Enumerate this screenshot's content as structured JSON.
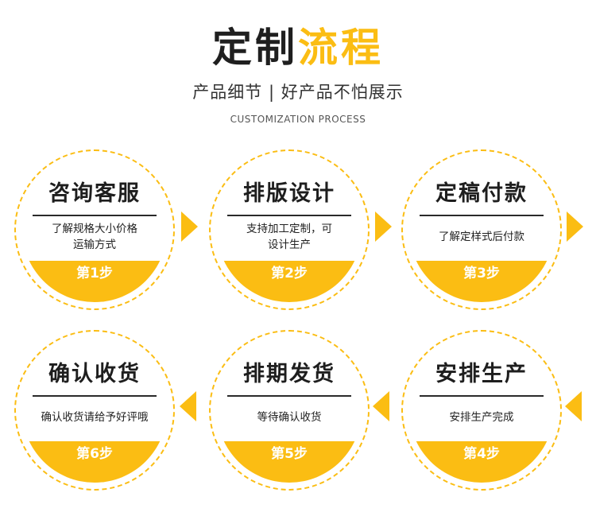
{
  "header": {
    "title_part1": "定制",
    "title_part2": "流程",
    "subtitle": "产品细节 | 好产品不怕展示",
    "subtitle_en": "CUSTOMIZATION PROCESS"
  },
  "steps": [
    {
      "name": "咨询客服",
      "desc": "了解规格大小价格\n运输方式",
      "num": "第1步"
    },
    {
      "name": "排版设计",
      "desc": "支持加工定制，可\n设计生产",
      "num": "第2步"
    },
    {
      "name": "定稿付款",
      "desc": "了解定样式后付款",
      "num": "第3步"
    },
    {
      "name": "安排生产",
      "desc": "安排生产完成",
      "num": "第4步"
    },
    {
      "name": "排期发货",
      "desc": "等待确认收货",
      "num": "第5步"
    },
    {
      "name": "确认收货",
      "desc": "确认收货请给予好评哦",
      "num": "第6步"
    }
  ],
  "colors": {
    "accent": "#fbbd13",
    "text": "#1e1e1e"
  },
  "icons": {
    "arrow_forward": "triangle-right-icon",
    "arrow_backward": "triangle-left-icon"
  }
}
